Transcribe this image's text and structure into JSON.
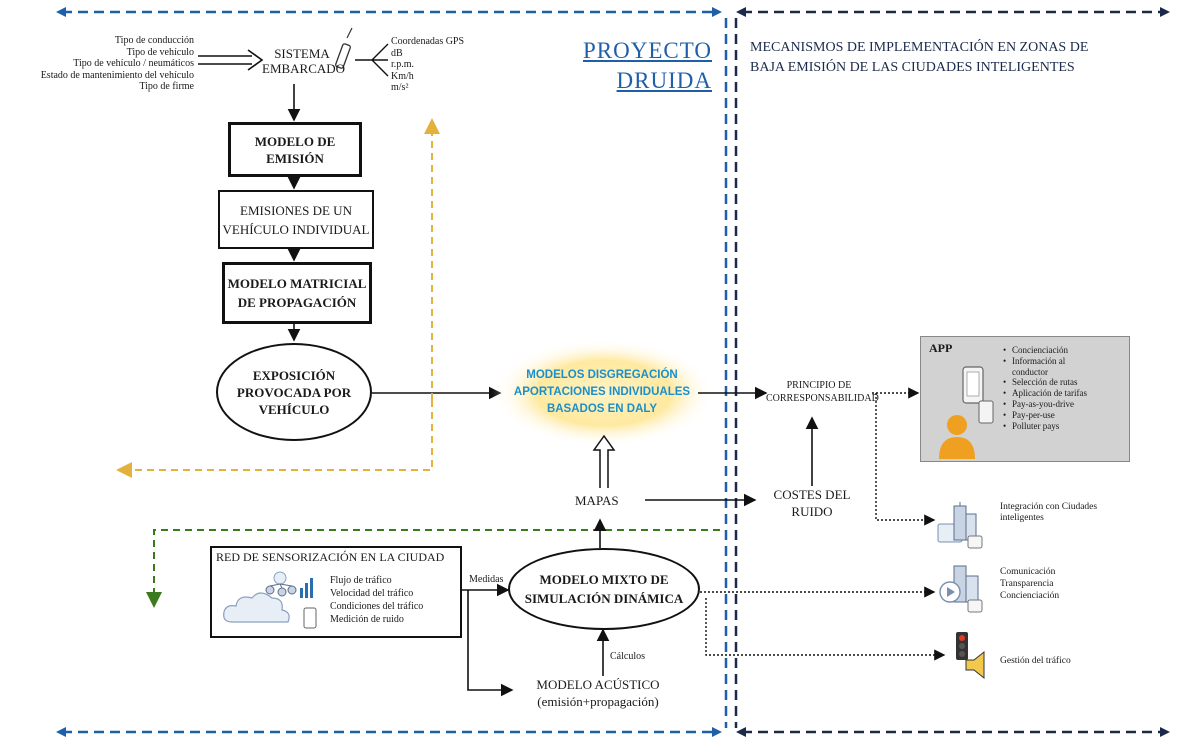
{
  "left_inputs": [
    "Tipo de conducción",
    "Tipo de vehículo",
    "Tipo de vehículo / neumáticos",
    "Estado de mantenimiento del vehículo",
    "Tipo de firme"
  ],
  "sistema": {
    "line1": "SISTEMA",
    "line2": "EMBARCADO"
  },
  "gps_outputs": [
    "Coordenadas GPS",
    "dB",
    "r.p.m.",
    "Km/h",
    "m/s²"
  ],
  "proyecto": {
    "line1": "PROYECTO",
    "line2": "DRUIDA"
  },
  "right_title": {
    "line1": "MECANISMOS DE IMPLEMENTACIÓN EN ZONAS DE",
    "line2": "BAJA EMISIÓN DE LAS CIUDADES INTELIGENTES"
  },
  "modelo_emision": {
    "line1": "MODELO DE",
    "line2": "EMISIÓN"
  },
  "emisiones": {
    "line1": "EMISIONES DE UN",
    "line2": "VEHÍCULO INDIVIDUAL"
  },
  "matricial": {
    "line1": "MODELO MATRICIAL",
    "line2": "DE PROPAGACIÓN"
  },
  "exposicion": {
    "line1": "EXPOSICIÓN",
    "line2": "PROVOCADA POR",
    "line3": "VEHÍCULO"
  },
  "disgregacion": {
    "line1": "MODELOS DISGREGACIÓN",
    "line2": "APORTACIONES INDIVIDUALES",
    "line3": "BASADOS EN DALY"
  },
  "mapas": "MAPAS",
  "principio": {
    "line1": "PRINCIPIO DE",
    "line2": "CORRESPONSABILIDAD"
  },
  "costes": {
    "line1": "COSTES DEL",
    "line2": "RUIDO"
  },
  "app": {
    "title": "APP",
    "items": [
      "Concienciación",
      "Información al",
      "conductor",
      "Selección de rutas",
      "Aplicación de tarifas",
      "Pay-as-you-drive",
      "Pay-per-use",
      "Polluter pays"
    ]
  },
  "integracion": {
    "line1": "Integración con Ciudades",
    "line2": "inteligentes"
  },
  "comunicacion": [
    "Comunicación",
    "Transparencia",
    "Concienciación"
  ],
  "gestion": "Gestión del tráfico",
  "red": {
    "title": "RED DE SENSORIZACIÓN EN LA CIUDAD",
    "items": [
      "Flujo de tráfico",
      "Velocidad del tráfico",
      "Condiciones del tráfico",
      "Medición de ruido"
    ]
  },
  "medidas": "Medidas",
  "mixto": {
    "line1": "MODELO MIXTO DE",
    "line2": "SIMULACIÓN DINÁMICA"
  },
  "calculos": "Cálculos",
  "acustico": {
    "line1": "MODELO ACÚSTICO",
    "line2": "(emisión+propagación)"
  },
  "colors": {
    "blue_dash": "#1f5fa8",
    "navy_dash": "#1b2a4a",
    "gold_dash": "#e3b23c",
    "green_dash": "#3b7a1e",
    "glow": "#ffe9a0",
    "teal_text": "#1b8fc9",
    "app_bg": "#d2d2d2",
    "person": "#f0a020"
  }
}
